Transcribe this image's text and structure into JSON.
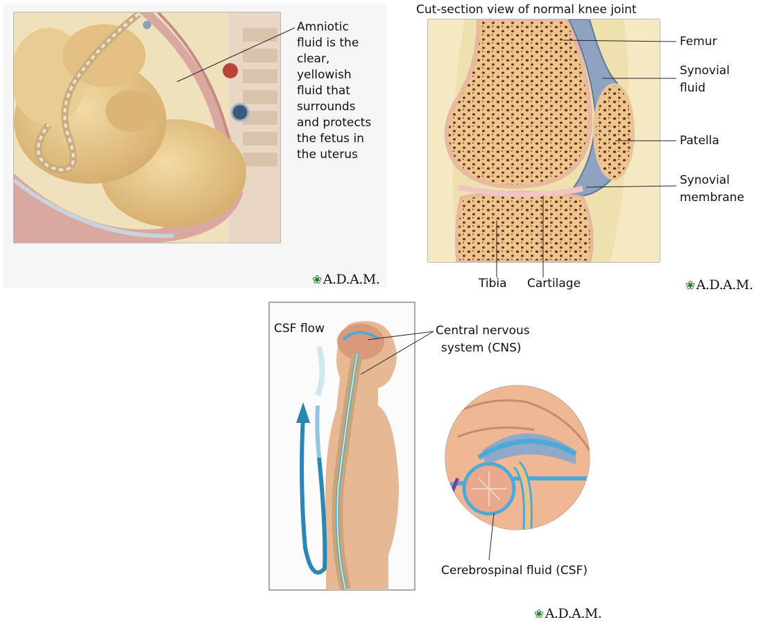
{
  "amniotic": {
    "caption": [
      "Amniotic",
      "fluid is the",
      "clear,",
      "yellowish",
      "fluid that",
      "surrounds",
      "and protects",
      "the fetus in",
      "the uterus"
    ],
    "logo": "A.D.A.M."
  },
  "knee": {
    "title": "Cut-section view of normal knee joint",
    "labels": {
      "femur": "Femur",
      "synovial_fluid_1": "Synovial",
      "synovial_fluid_2": "fluid",
      "patella": "Patella",
      "synovial_membrane_1": "Synovial",
      "synovial_membrane_2": "membrane",
      "tibia": "Tibia",
      "cartilage": "Cartilage"
    },
    "logo": "A.D.A.M."
  },
  "csf": {
    "flow_label": "CSF flow",
    "cns_1": "Central nervous",
    "cns_2": "system (CNS)",
    "csf_label": "Cerebrospinal fluid (CSF)",
    "logo": "A.D.A.M."
  },
  "colors": {
    "panel_bg": "#f6f6f6",
    "bone": "#e8c48a",
    "marrow": "#7a3b1e",
    "synovial": "#7f97b8",
    "flesh": "#e6c9a0",
    "uterus": "#d9b7a8",
    "csf_blue": "#4ea9d8"
  }
}
